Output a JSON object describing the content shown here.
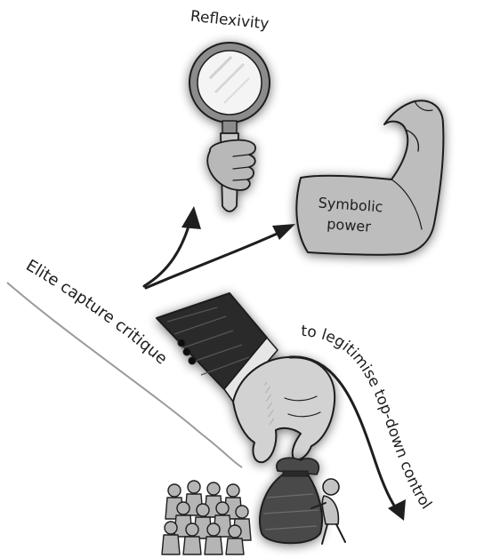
{
  "labels": {
    "reflexivity": "Reflexivity",
    "symbolic_line1": "Symbolic",
    "symbolic_line2": "power",
    "elite_capture": "Elite capture critique",
    "legitimise": "to legitimise top-down control"
  },
  "icons": {
    "mirror": "magnifying-mirror-icon",
    "arm": "flexed-arm-icon",
    "hand": "suited-hand-icon",
    "bag": "money-bag-icon",
    "crowd": "crowd-icon",
    "person": "person-icon"
  },
  "colors": {
    "ink": "#1e1e1e",
    "paper": "#ffffff",
    "arm_fill": "#bdbdbd",
    "sleeve": "#2b2b2b",
    "bag_fill": "#4a4a4a",
    "crowd_fill": "#b5b5b5",
    "mirror_frame": "#8c8c8c"
  }
}
